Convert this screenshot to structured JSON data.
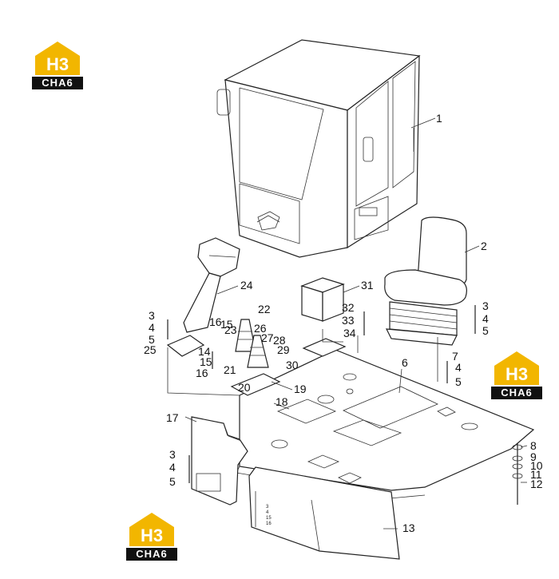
{
  "colors": {
    "logo_gold": "#f2b600",
    "logo_black": "#111111",
    "line": "#222222"
  },
  "logo": {
    "mark": "H3",
    "word": "CHA6"
  },
  "callouts": {
    "c1": "1",
    "c2": "2",
    "c3a": "3",
    "c3b": "3",
    "c3c": "3",
    "c4a": "4",
    "c4b": "4",
    "c4c": "4",
    "c4d": "4",
    "c5a": "5",
    "c5b": "5",
    "c5c": "5",
    "c5d": "5",
    "c6": "6",
    "c7": "7",
    "c8": "8",
    "c9": "9",
    "c10": "10",
    "c11": "11",
    "c12": "12",
    "c13": "13",
    "c14": "14",
    "c15a": "15",
    "c15b": "15",
    "c16a": "16",
    "c16b": "16",
    "c17": "17",
    "c18": "18",
    "c19": "19",
    "c20": "20",
    "c21": "21",
    "c22": "22",
    "c23": "23",
    "c24": "24",
    "c25": "25",
    "c26": "26",
    "c27": "27",
    "c28": "28",
    "c29": "29",
    "c30": "30",
    "c31": "31",
    "c32": "32",
    "c33": "33",
    "c34": "34"
  },
  "small_labels": {
    "s3": "3",
    "s4": "4",
    "s15": "15",
    "s16": "16"
  }
}
